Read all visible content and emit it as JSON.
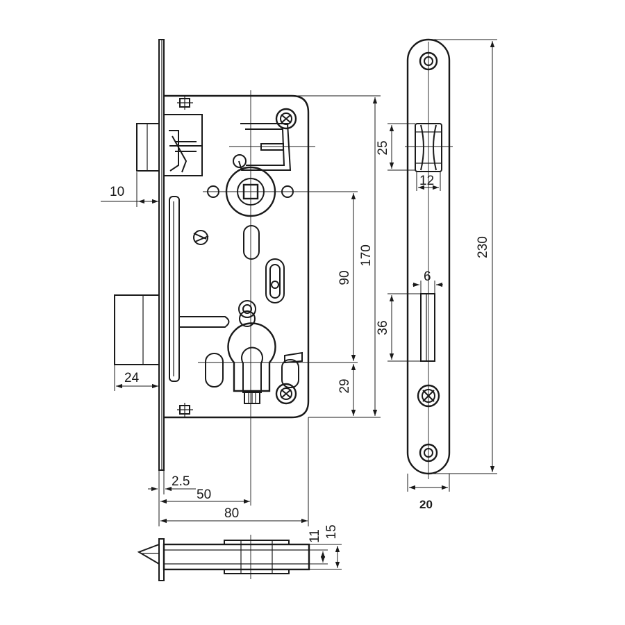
{
  "dimensions": {
    "backset_overhang": "10",
    "deadbolt_throw": "24",
    "faceplate_thickness": "2.5",
    "backset": "50",
    "case_width": "80",
    "handle_to_cylinder": "90",
    "case_height": "170",
    "cylinder_to_bottom": "29",
    "latch_height": "25",
    "latch_width": "12",
    "bolt_width": "6",
    "bolt_height": "36",
    "faceplate_length": "230",
    "faceplate_width": "20",
    "depth_inner": "11",
    "depth_outer": "15"
  }
}
